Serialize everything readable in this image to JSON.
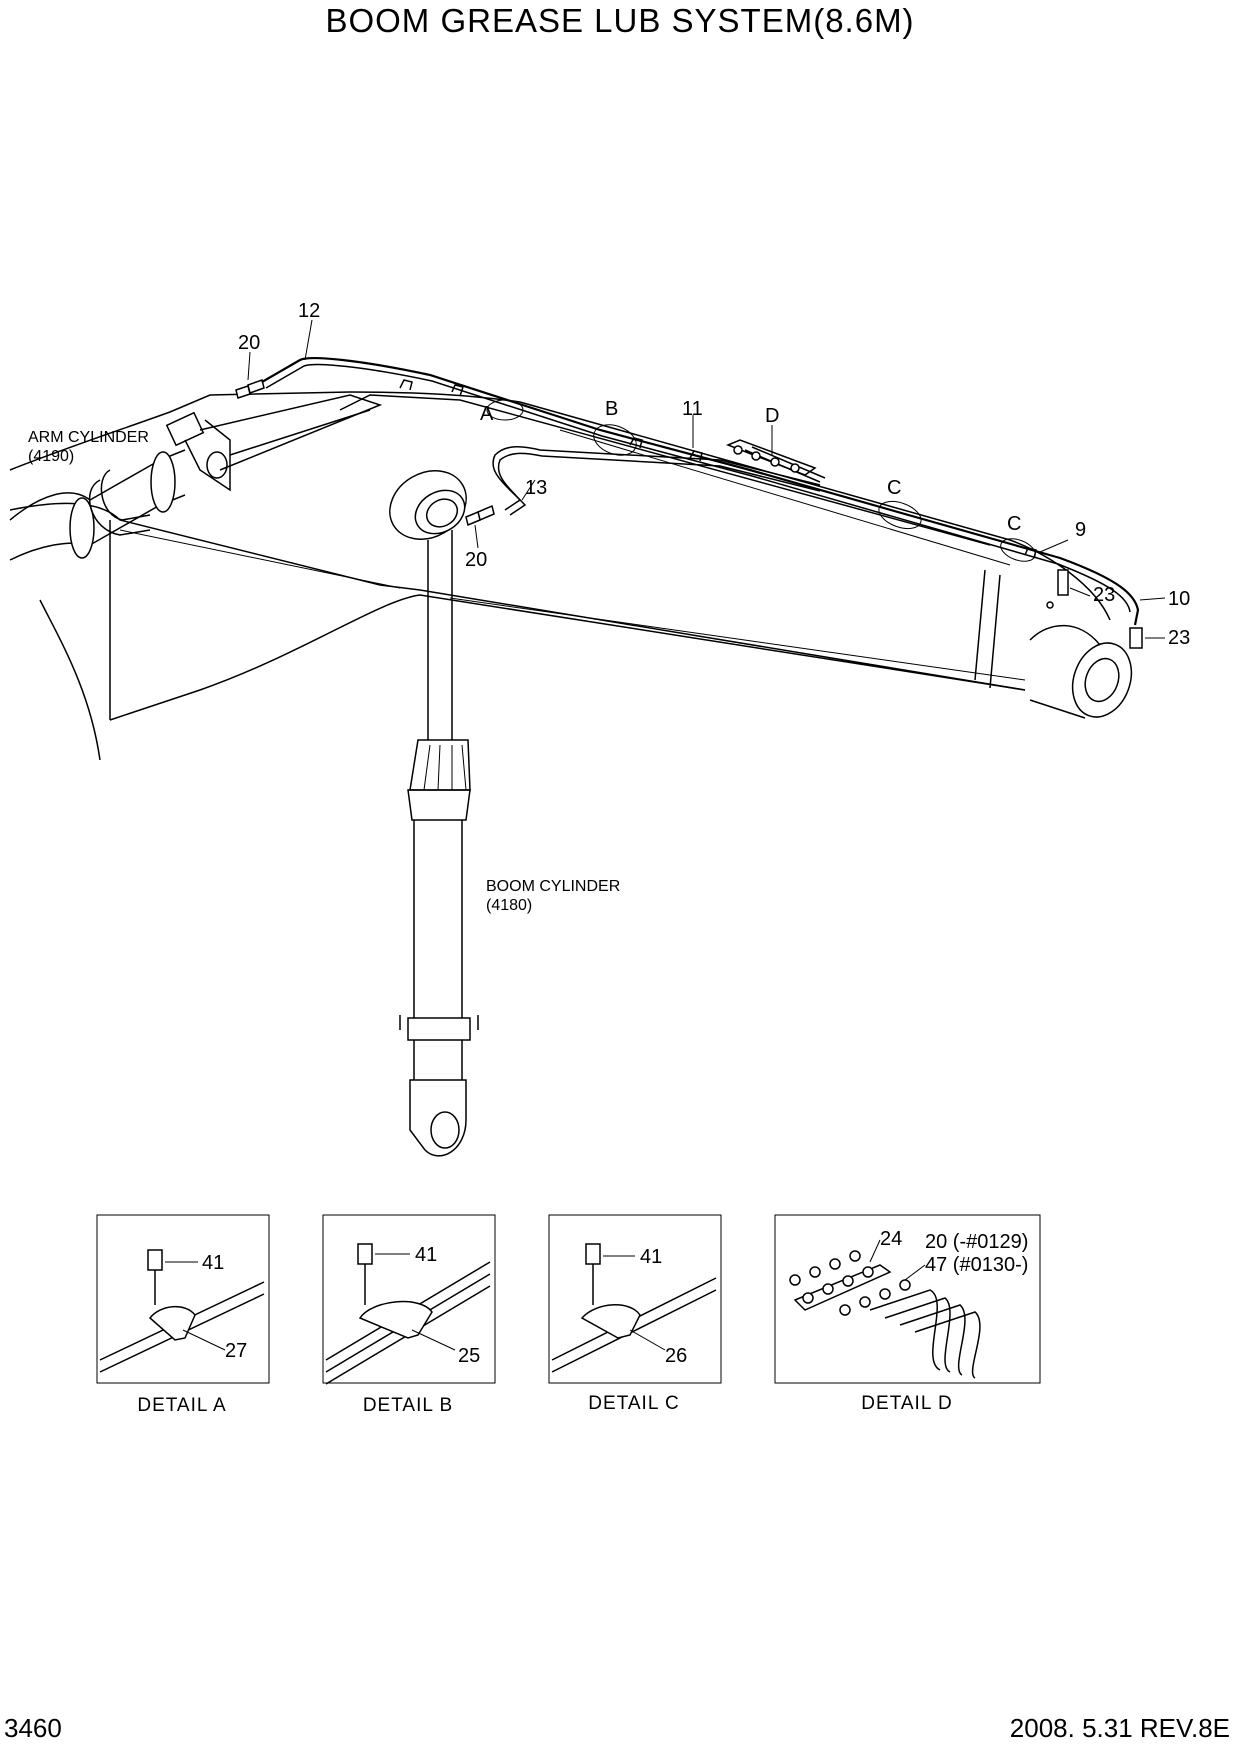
{
  "title": "BOOM GREASE LUB SYSTEM(8.6M)",
  "page_number": "3460",
  "revision": "2008. 5.31  REV.8E",
  "references": {
    "arm_cylinder": {
      "name": "ARM CYLINDER",
      "code": "(4190)"
    },
    "boom_cylinder": {
      "name": "BOOM CYLINDER",
      "code": "(4180)"
    }
  },
  "callouts": {
    "c12": "12",
    "c20a": "20",
    "cA": "A",
    "cB": "B",
    "c11": "11",
    "cD": "D",
    "c13": "13",
    "c20b": "20",
    "cC1": "C",
    "cC2": "C",
    "c9": "9",
    "c23a": "23",
    "c10": "10",
    "c23b": "23"
  },
  "details": [
    {
      "label": "DETAIL  A",
      "bolt": "41",
      "clamp": "27"
    },
    {
      "label": "DETAIL  B",
      "bolt": "41",
      "clamp": "25"
    },
    {
      "label": "DETAIL  C",
      "bolt": "41",
      "clamp": "26"
    },
    {
      "label": "DETAIL  D",
      "block": "24",
      "note1": "20 (-#0129)",
      "note2": "47 (#0130-)"
    }
  ]
}
